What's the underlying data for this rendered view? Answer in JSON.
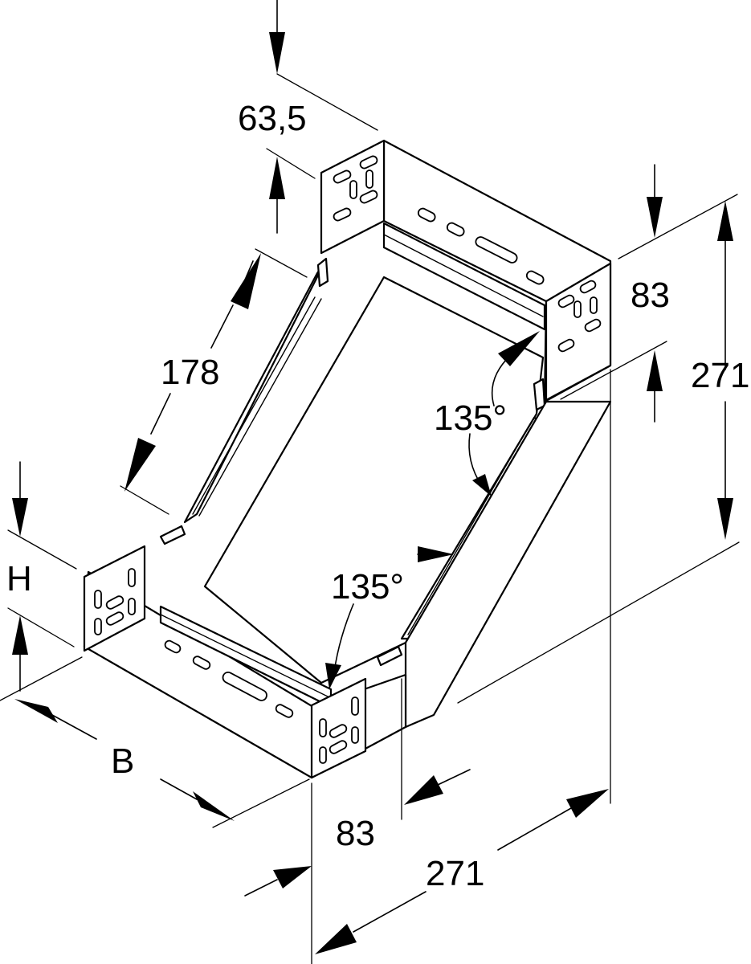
{
  "dimensions": {
    "top_width": "63,5",
    "top_right_height": "83",
    "right_total_height": "271",
    "slope_length": "178",
    "angle_upper": "135°",
    "angle_lower": "135°",
    "height_label": "H",
    "width_label": "B",
    "bottom_length": "83",
    "bottom_total_length": "271"
  },
  "colors": {
    "line": "#000000",
    "background": "#ffffff"
  }
}
